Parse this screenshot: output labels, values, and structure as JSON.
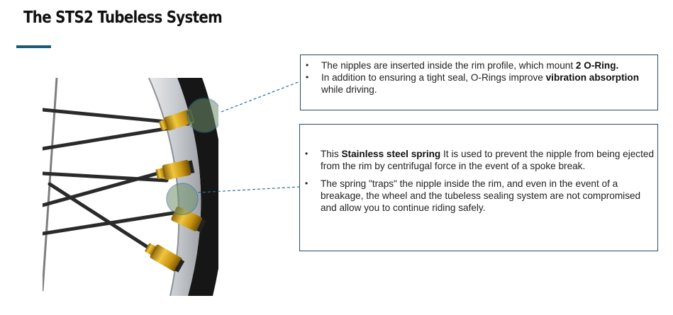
{
  "page": {
    "title": "The STS2 Tubeless System"
  },
  "box1": {
    "bullet1": {
      "text": "The nipples are inserted inside the rim profile, which mount ",
      "bold": "2 O-Ring."
    },
    "bullet2": {
      "text": "In addition to ensuring a tight seal, O-Rings improve ",
      "bold": "vibration absorption",
      "tail": " while driving."
    }
  },
  "box2": {
    "bullet1": {
      "prefix": "This ",
      "bold": "Stainless steel spring",
      "text": " It is used to prevent the nipple from being ejected from the rim by centrifugal force in the event of a spoke break."
    },
    "bullet2": {
      "text": "The spring \"traps\" the nipple inside the rim, and even in the event of a breakage, the wheel and the tubeless sealing system are not compromised and allow you to continue riding safely."
    }
  },
  "colors": {
    "accent_rule": "#1b5b76",
    "box_border": "#2b4a63",
    "leader_line": "#2f6f8f",
    "nipple_gold": "#d4a21c",
    "rim_black": "#1c1c1c"
  }
}
